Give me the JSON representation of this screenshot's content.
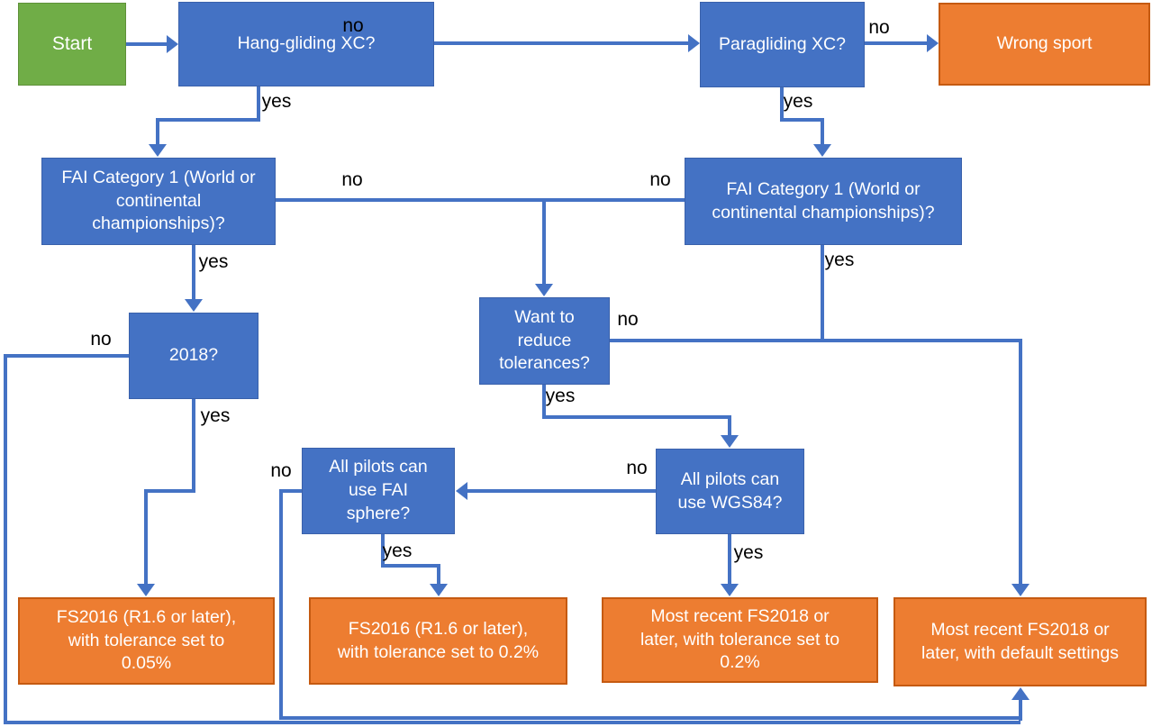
{
  "colors": {
    "decision_fill": "#4472C4",
    "decision_border": "#3a61ab",
    "start_fill": "#70AD47",
    "start_border": "#5f9139",
    "result_fill": "#ED7D31",
    "result_border": "#C55A11",
    "connector": "#4472C4",
    "node_text": "#ffffff",
    "label_text": "#000000",
    "bg": "#ffffff"
  },
  "nodes": {
    "start": "Start",
    "hang_gliding": "Hang-gliding XC?",
    "paragliding": "Paragliding XC?",
    "wrong_sport": "Wrong sport",
    "fai_cat1_left": [
      "FAI Category 1 (World or",
      "continental championships)?"
    ],
    "fai_cat1_right": [
      "FAI Category 1 (World or",
      "continental championships)?"
    ],
    "year_2018": "2018?",
    "reduce_tolerances": [
      "Want to",
      "reduce",
      "tolerances?"
    ],
    "fai_sphere": [
      "All pilots can",
      "use FAI",
      "sphere?"
    ],
    "wgs84": [
      "All pilots can",
      "use WGS84?"
    ],
    "fs2016_005": [
      "FS2016 (R1.6 or later),",
      "with tolerance set to",
      "0.05%"
    ],
    "fs2016_02": [
      "FS2016 (R1.6 or later),",
      "with tolerance set to 0.2%"
    ],
    "fs2018_02": [
      "Most recent FS2018 or",
      "later, with tolerance set to",
      "0.2%"
    ],
    "fs2018_default": [
      "Most recent FS2018 or",
      "later, with default settings"
    ]
  },
  "edge_labels": {
    "hang_no": "no",
    "hang_yes": "yes",
    "para_no": "no",
    "para_yes": "yes",
    "fai_left_no": "no",
    "fai_left_yes": "yes",
    "fai_right_no": "no",
    "fai_right_yes": "yes",
    "y2018_no": "no",
    "y2018_yes": "yes",
    "want_no": "no",
    "want_yes": "yes",
    "wgs_no": "no",
    "wgs_yes": "yes",
    "sphere_no": "no",
    "sphere_yes": "yes"
  }
}
